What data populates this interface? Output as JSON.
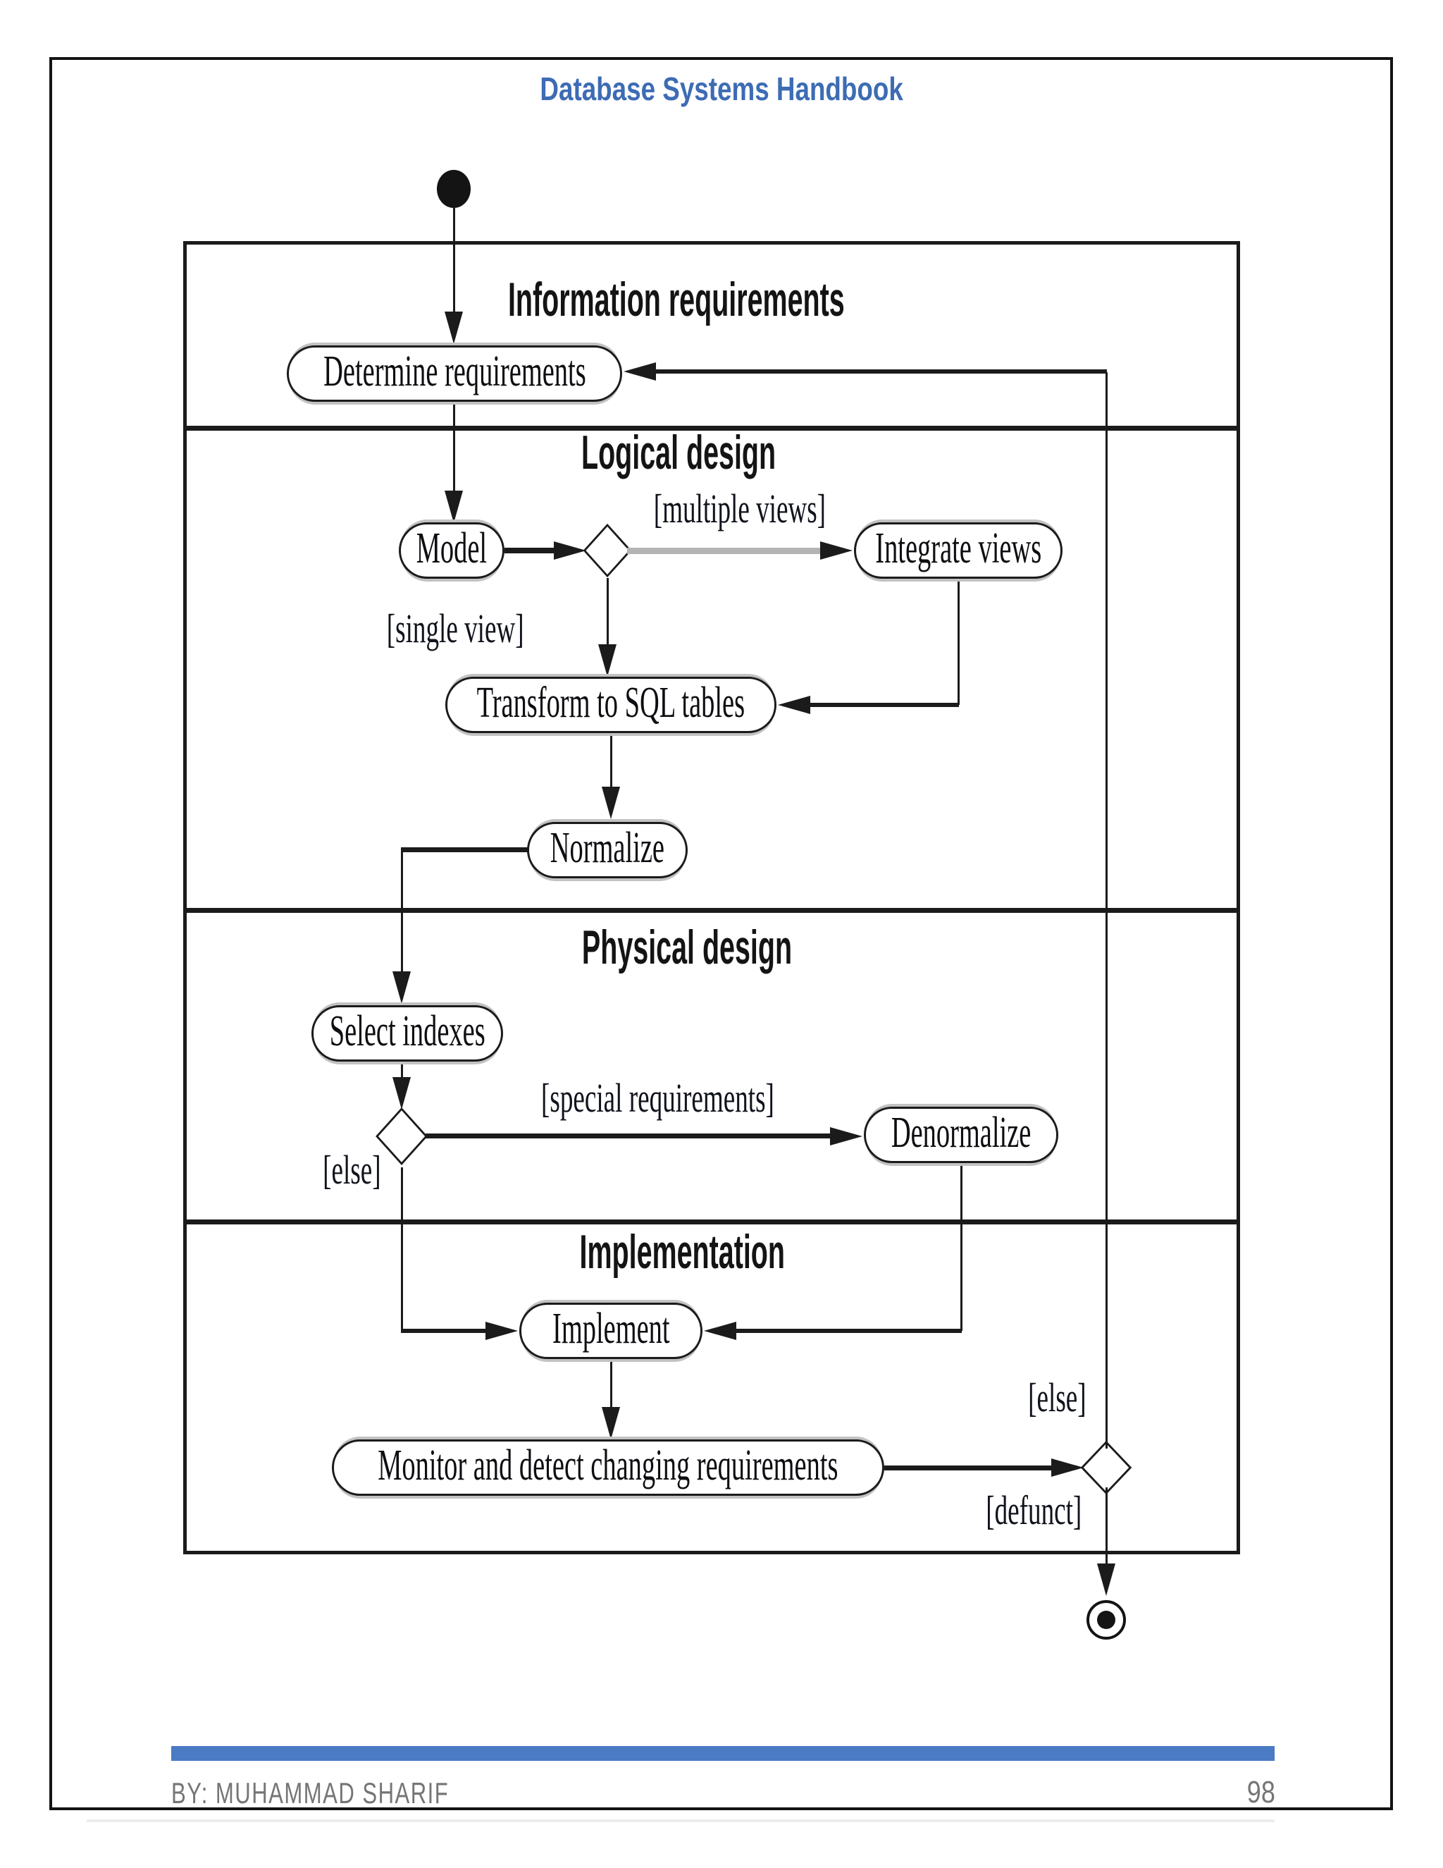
{
  "header": {
    "title": "Database Systems Handbook"
  },
  "diagram": {
    "bands": [
      {
        "title": "Information requirements"
      },
      {
        "title": "Logical design"
      },
      {
        "title": "Physical design"
      },
      {
        "title": "Implementation"
      }
    ],
    "nodes": {
      "determine": "Determine requirements",
      "model": "Model",
      "integrate": "Integrate views",
      "transform": "Transform to SQL tables",
      "normalize": "Normalize",
      "select_indexes": "Select indexes",
      "denormalize": "Denormalize",
      "implement": "Implement",
      "monitor": "Monitor and detect changing requirements"
    },
    "guards": {
      "multiple_views": "[multiple views]",
      "single_view": "[single view]",
      "special_requirements": "[special requirements]",
      "else_physical": "[else]",
      "else_monitor": "[else]",
      "defunct": "[defunct]"
    }
  },
  "footer": {
    "author": "BY: MUHAMMAD SHARIF",
    "page_number": "98"
  },
  "colors": {
    "heading_blue": "#3d6cb4",
    "footer_bar_blue": "#4a7bc4",
    "footer_text_gray": "#757575",
    "diagram_ink": "#1b1b1b",
    "gray_connector": "#b4b4b4"
  }
}
